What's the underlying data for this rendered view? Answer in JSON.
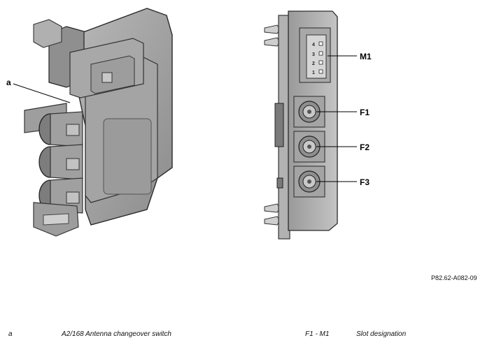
{
  "callouts": {
    "a": "a",
    "m1": "M1",
    "f1": "F1",
    "f2": "F2",
    "f3": "F3"
  },
  "pins": [
    "4",
    "3",
    "2",
    "1"
  ],
  "reference": "P82.62-A082-09",
  "legend": [
    {
      "key": "a",
      "text": "A2/168 Antenna changeover switch"
    },
    {
      "key": "F1 - M1",
      "text": "Slot designation"
    }
  ]
}
